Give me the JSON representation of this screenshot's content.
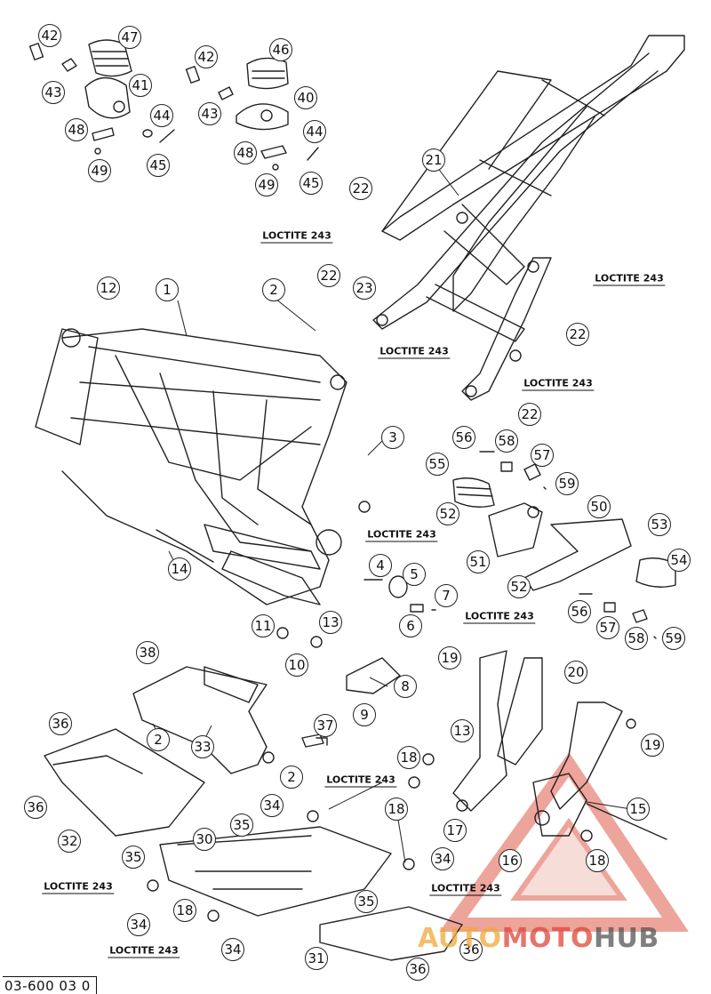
{
  "diagram": {
    "document_number": "03-600 03 0",
    "watermark": {
      "part1": "AUTO",
      "part2": "MOTO",
      "part3": "HUB"
    },
    "loctite_label": "LOCTITE 243",
    "callouts": [
      "42",
      "47",
      "43",
      "41",
      "44",
      "48",
      "45",
      "49",
      "42",
      "46",
      "43",
      "40",
      "48",
      "44",
      "49",
      "45",
      "22",
      "21",
      "22",
      "23",
      "22",
      "22",
      "12",
      "1",
      "2",
      "3",
      "56",
      "58",
      "57",
      "59",
      "55",
      "50",
      "52",
      "53",
      "51",
      "54",
      "14",
      "4",
      "5",
      "7",
      "52",
      "6",
      "56",
      "57",
      "58",
      "59",
      "11",
      "13",
      "10",
      "8",
      "9",
      "38",
      "20",
      "19",
      "19",
      "13",
      "36",
      "2",
      "33",
      "37",
      "18",
      "36",
      "2",
      "34",
      "32",
      "30",
      "35",
      "15",
      "17",
      "18",
      "34",
      "16",
      "18",
      "35",
      "34",
      "18",
      "35",
      "31",
      "36",
      "34",
      "36"
    ],
    "loctite_notes": [
      "LOCTITE 243",
      "LOCTITE 243",
      "LOCTITE 243",
      "LOCTITE 243",
      "LOCTITE 243",
      "LOCTITE 243",
      "LOCTITE 243",
      "LOCTITE 243",
      "LOCTITE 243"
    ]
  }
}
